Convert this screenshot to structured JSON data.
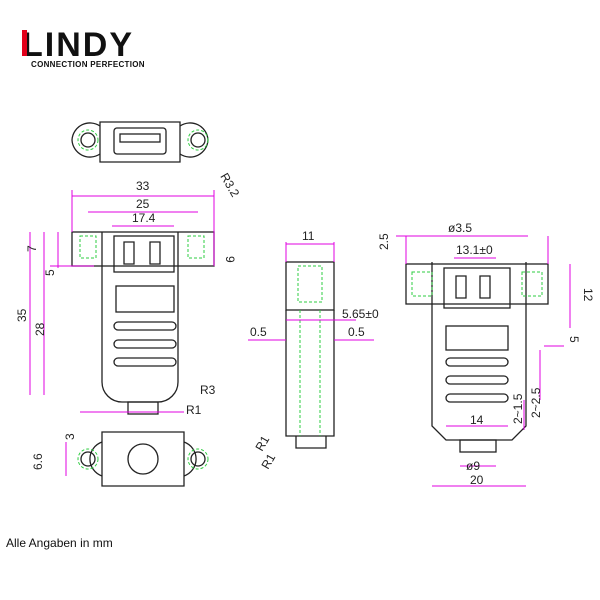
{
  "brand": {
    "name": "LINDY",
    "tagline": "CONNECTION PERFECTION",
    "accent": "#e2001a"
  },
  "footer_note": "Alle Angaben in mm",
  "colors": {
    "outline": "#222222",
    "dimension": "#e000e0",
    "hidden": "#2ecc40"
  },
  "dimensions": {
    "front": {
      "width_total": "33",
      "hole_spacing": "25",
      "usb_width": "17.4",
      "height_top": "7",
      "flange": "9",
      "offset": "5",
      "total_height": "35",
      "body_height": "28",
      "radius_a": "R3",
      "radius_b": "R1",
      "bottom_offset": "3",
      "radius_top": "R3.2",
      "bottom_dia": "6.6"
    },
    "side": {
      "width": "11",
      "thickness": "5.65±0",
      "wall_left": "0.5",
      "wall_right": "0.5",
      "radius_a": "R1",
      "radius_b": "R1"
    },
    "back": {
      "hole_dia": "ø3.5",
      "hole_offset": "2.5",
      "spacing": "13.1±0",
      "height": "12",
      "step": "5",
      "tol_a": "2~1.5",
      "tol_b": "2~2.5",
      "inner_width": "14",
      "tube_dia": "ø9",
      "outer_width": "20"
    }
  }
}
